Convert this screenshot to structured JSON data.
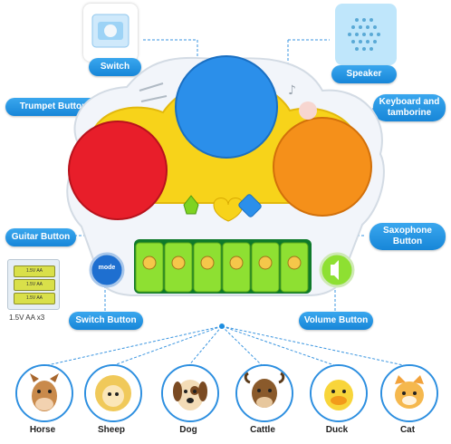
{
  "labels": {
    "switch": "Switch",
    "speaker": "Speaker",
    "trumpet_button": "Trumpet Button",
    "keyboard_tamborine": "Keyboard and tamborine",
    "guitar_button": "Guitar Button",
    "saxophone_button": "Saxophone Button",
    "switch_button": "Switch Button",
    "volume_button": "Volume Button"
  },
  "battery": {
    "cell_label": "1.5V AA",
    "caption": "1.5V AA  x3"
  },
  "toy": {
    "mode_label": "mode"
  },
  "animals": [
    {
      "name": "Horse"
    },
    {
      "name": "Sheep"
    },
    {
      "name": "Dog"
    },
    {
      "name": "Cattle"
    },
    {
      "name": "Duck"
    },
    {
      "name": "Cat"
    }
  ],
  "colors": {
    "accent": "#1e8ee0",
    "pad_blue": "#2b8fea",
    "pad_red": "#e81e2a",
    "pad_orange": "#f5901a",
    "frame_yellow": "#f7d31a",
    "keys_green": "#7ed321"
  }
}
